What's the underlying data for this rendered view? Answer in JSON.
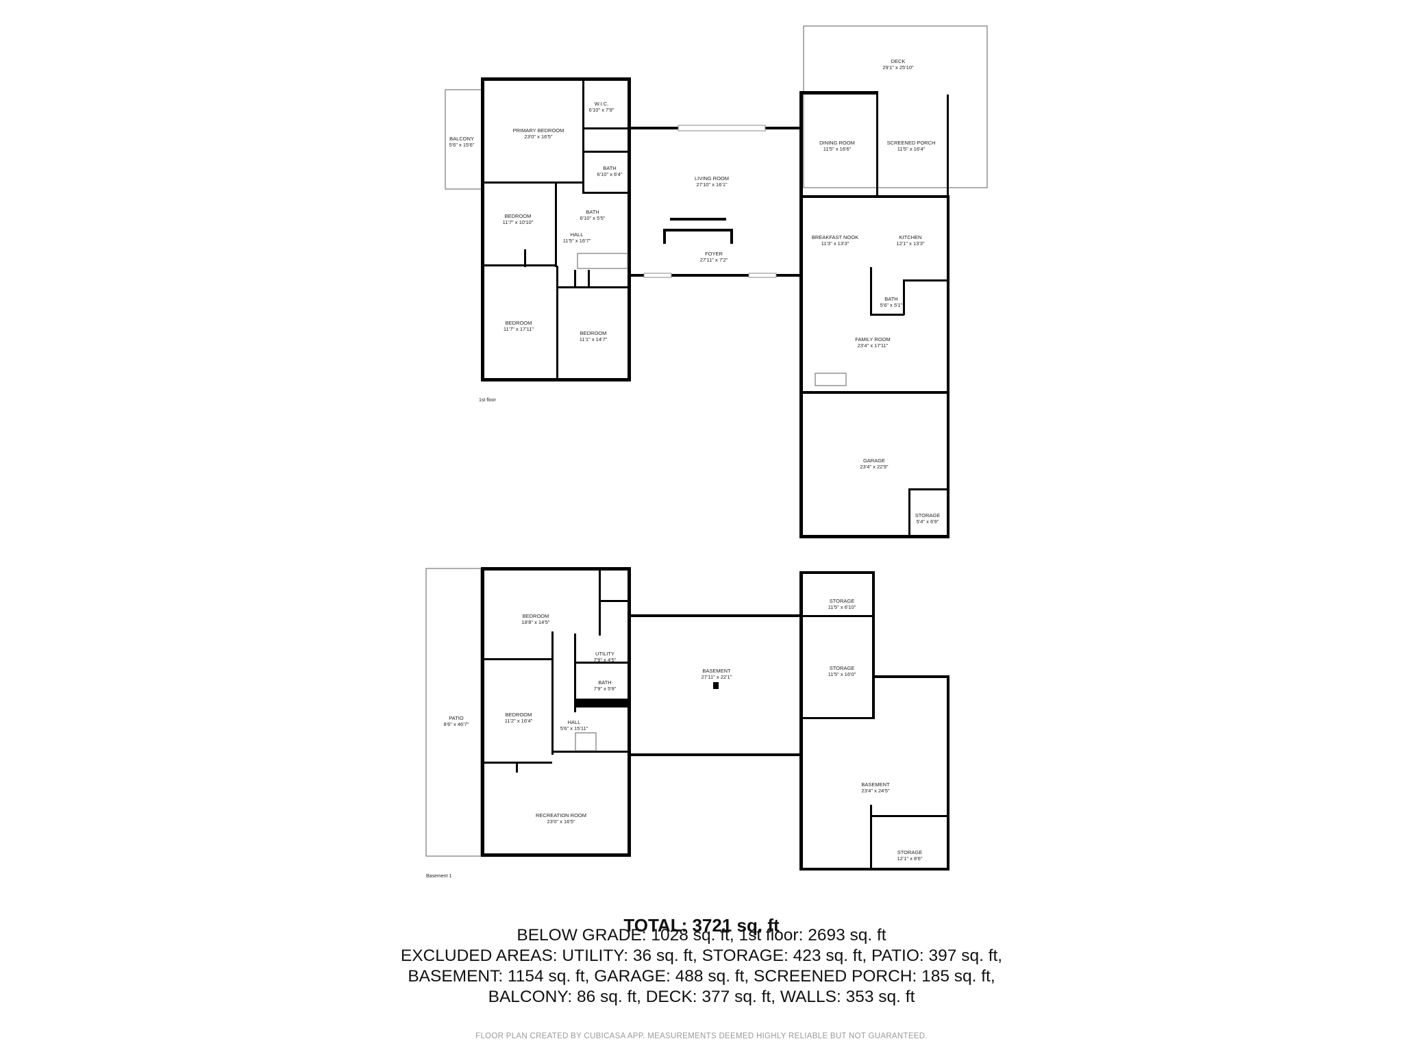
{
  "floors": {
    "first": {
      "label": "1st floor",
      "rooms": [
        {
          "name": "DECK",
          "size": "29'1\" x 25'10\""
        },
        {
          "name": "W.I.C.",
          "size": "6'10\" x 7'9\""
        },
        {
          "name": "PRIMARY BEDROOM",
          "size": "23'0\" x 16'5\""
        },
        {
          "name": "BALCONY",
          "size": "5'6\" x 15'6\""
        },
        {
          "name": "BATH",
          "size": "6'10\" x 6'4\""
        },
        {
          "name": "BATH",
          "size": "6'10\" x 5'5\""
        },
        {
          "name": "BEDROOM",
          "size": "11'7\" x 10'10\""
        },
        {
          "name": "HALL",
          "size": "11'5\" x 16'7\""
        },
        {
          "name": "LIVING ROOM",
          "size": "27'10\" x 16'1\""
        },
        {
          "name": "FOYER",
          "size": "27'11\" x 7'2\""
        },
        {
          "name": "DINING ROOM",
          "size": "11'5\" x 16'6\""
        },
        {
          "name": "SCREENED PORCH",
          "size": "11'5\" x 16'4\""
        },
        {
          "name": "BREAKFAST NOOK",
          "size": "11'3\" x 13'3\""
        },
        {
          "name": "KITCHEN",
          "size": "12'1\" x 13'3\""
        },
        {
          "name": "BATH",
          "size": "5'6\" x 5'1\""
        },
        {
          "name": "BEDROOM",
          "size": "11'7\" x 17'11\""
        },
        {
          "name": "BEDROOM",
          "size": "11'1\" x 14'7\""
        },
        {
          "name": "FAMILY ROOM",
          "size": "23'4\" x 17'11\""
        },
        {
          "name": "GARAGE",
          "size": "23'4\" x 22'9\""
        },
        {
          "name": "STORAGE",
          "size": "5'4\" x 6'9\""
        }
      ]
    },
    "basement": {
      "label": "Basement 1",
      "rooms": [
        {
          "name": "BEDROOM",
          "size": "18'8\" x 14'5\""
        },
        {
          "name": "UTILITY",
          "size": "7'9\" x 4'5\""
        },
        {
          "name": "BATH",
          "size": "7'9\" x 5'9\""
        },
        {
          "name": "BEDROOM",
          "size": "11'2\" x 16'4\""
        },
        {
          "name": "HALL",
          "size": "5'6\" x 15'11\""
        },
        {
          "name": "PATIO",
          "size": "8'6\" x 46'7\""
        },
        {
          "name": "RECREATION ROOM",
          "size": "23'0\" x 16'5\""
        },
        {
          "name": "BASEMENT",
          "size": "27'11\" x 22'1\""
        },
        {
          "name": "STORAGE",
          "size": "11'5\" x 6'10\""
        },
        {
          "name": "STORAGE",
          "size": "11'5\" x 16'0\""
        },
        {
          "name": "BASEMENT",
          "size": "23'4\" x 24'5\""
        },
        {
          "name": "STORAGE",
          "size": "12'1\" x 8'6\""
        }
      ]
    }
  },
  "totals": {
    "title": "TOTAL: 3721 sq. ft",
    "lines": [
      "BELOW GRADE: 1028 sq. ft, 1st floor: 2693 sq. ft",
      "EXCLUDED AREAS: UTILITY: 36 sq. ft, STORAGE: 423 sq. ft, PATIO: 397 sq. ft,",
      "BASEMENT: 1154 sq. ft, GARAGE: 488 sq. ft, SCREENED PORCH: 185 sq. ft,",
      "BALCONY: 86 sq. ft, DECK: 377 sq. ft, WALLS: 353 sq. ft"
    ]
  },
  "footer": "FLOOR PLAN CREATED BY CUBICASA APP. MEASUREMENTS DEEMED HIGHLY RELIABLE BUT NOT GUARANTEED."
}
